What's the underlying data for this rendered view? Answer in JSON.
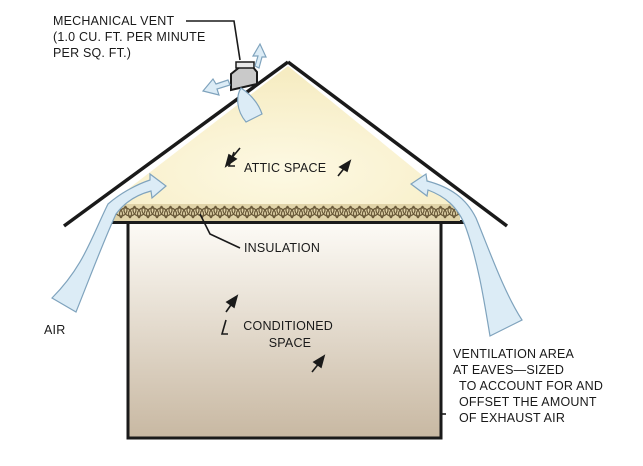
{
  "labels": {
    "mechanical_vent": [
      "MECHANICAL VENT",
      "(1.0 CU. FT. PER MINUTE",
      "PER SQ. FT.)"
    ],
    "attic_space": "ATTIC SPACE",
    "insulation": "INSULATION",
    "air": "AIR",
    "conditioned_space": [
      "CONDITIONED",
      "SPACE"
    ],
    "ventilation_area": [
      "VENTILATION AREA",
      "AT EAVES—SIZED",
      "TO ACCOUNT FOR AND",
      "OFFSET THE AMOUNT",
      "OF EXHAUST AIR"
    ]
  },
  "colors": {
    "outline": "#1a1a1a",
    "attic_fill": "#fbf6dd",
    "wall_fill_top": "#fdfbf6",
    "wall_fill_bottom": "#c8b8a2",
    "insulation": "#e0d3a8",
    "airflow": "#dcecf6",
    "airflow_stroke": "#7fa3bd"
  }
}
